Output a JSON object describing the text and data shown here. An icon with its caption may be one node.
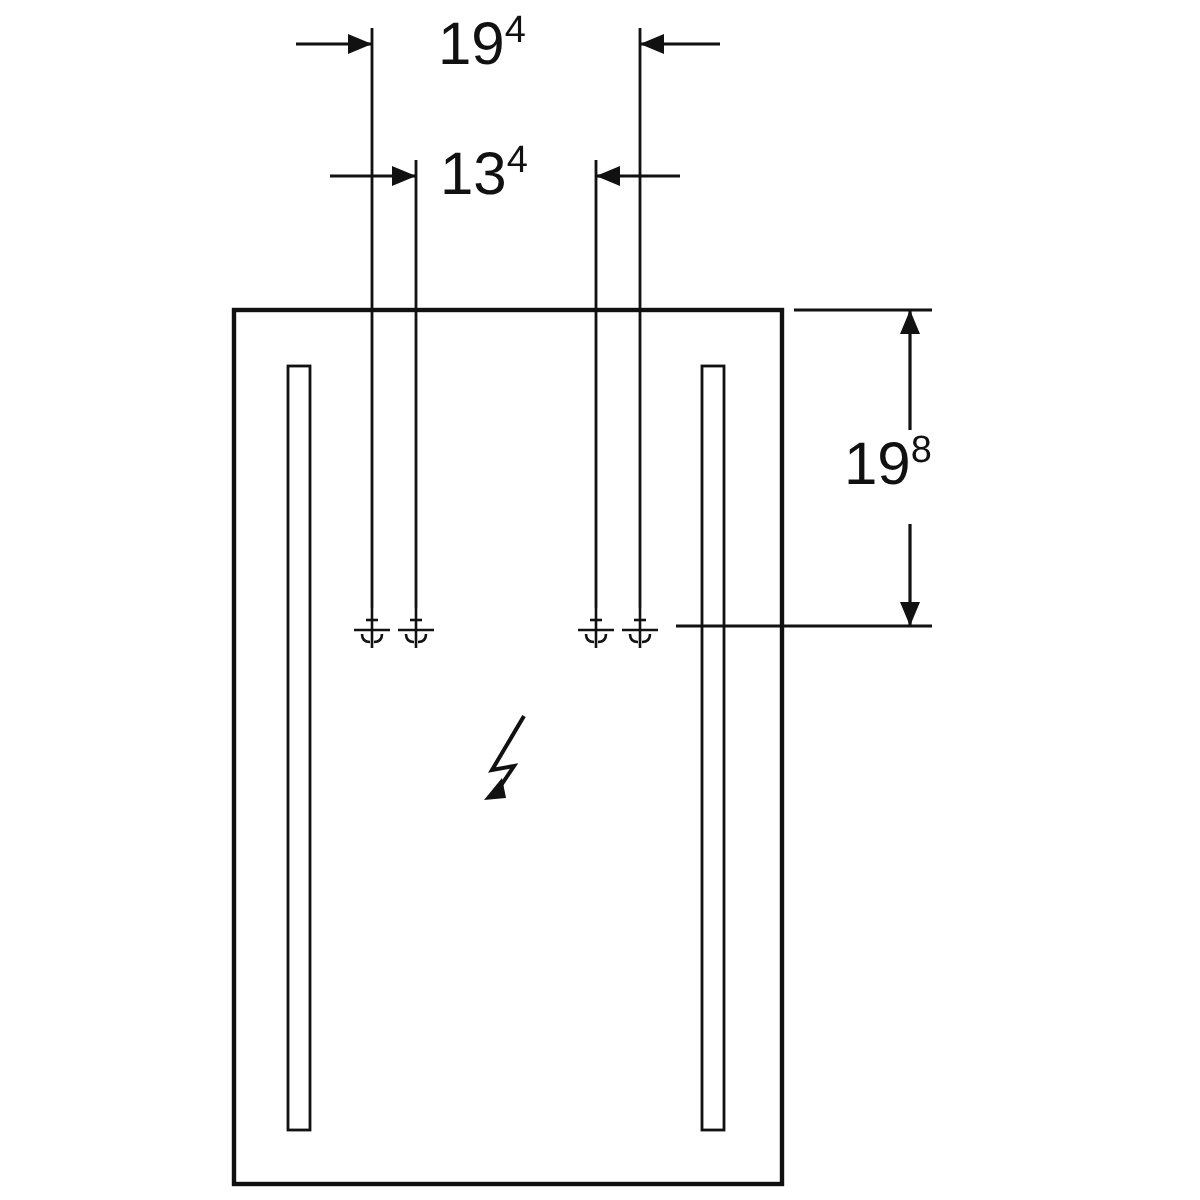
{
  "diagram": {
    "labels": [
      "19$^{4}$",
      "13$^{4}$",
      "19$^{8}$"
    ]
  }
}
